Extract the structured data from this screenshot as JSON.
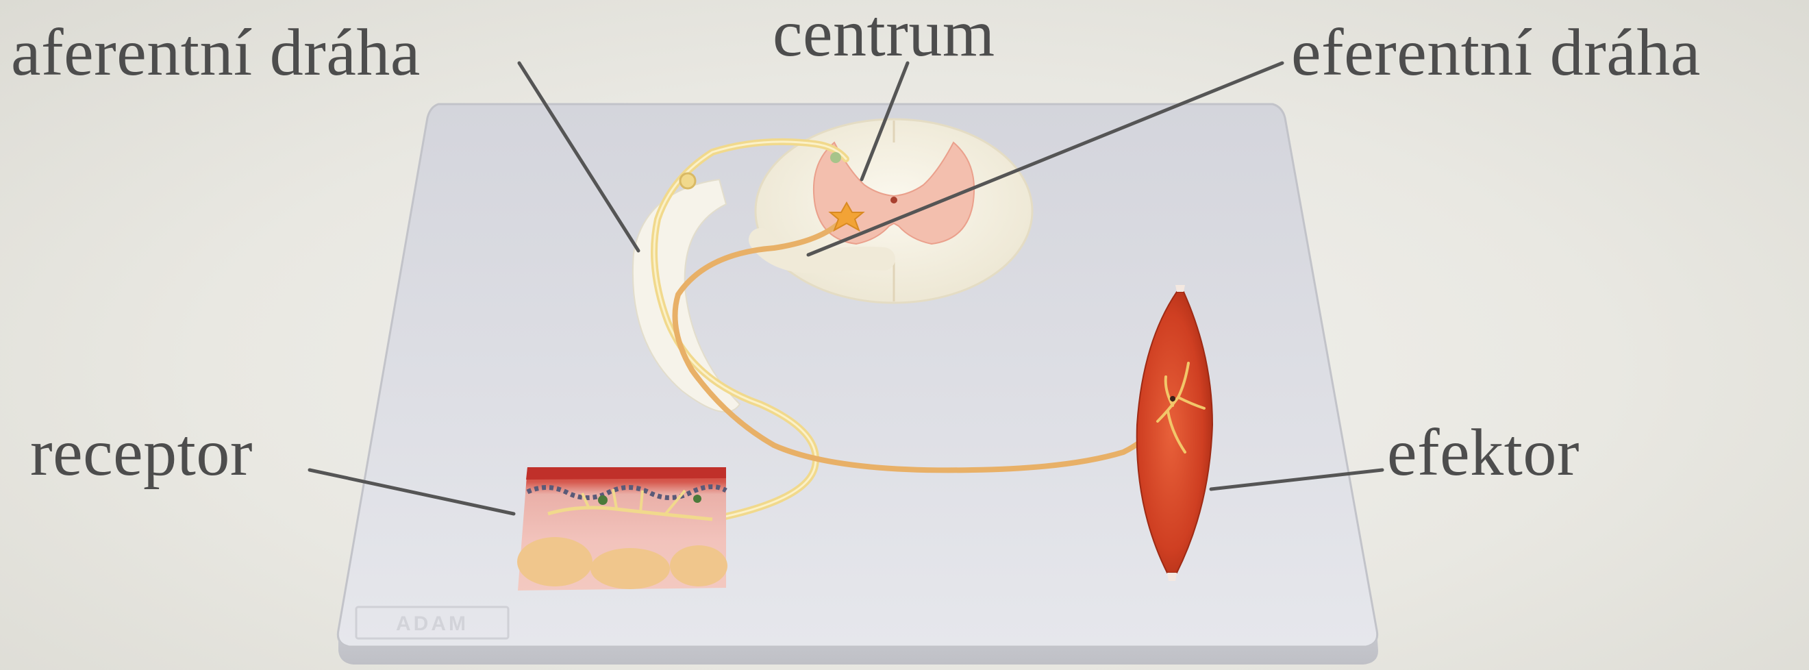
{
  "labels": {
    "afferent_pathway": "aferentní dráha",
    "center": "centrum",
    "efferent_pathway": "eferentní dráha",
    "receptor": "receptor",
    "effector": "efektor"
  },
  "base_plate_mark": "ADAM",
  "colors": {
    "background": "#ecebe6",
    "plate": "#dcdde3",
    "label_text": "#4d4d4d",
    "leader_line": "#555555",
    "nerve_afferent": "#f1d98c",
    "nerve_efferent": "#e8b067",
    "muscle": "#d9492a",
    "skin_epidermis": "#e8a29b",
    "spinal_cord_white_matter": "#f6f2e4",
    "spinal_cord_grey_matter": "#f2b5a3"
  }
}
